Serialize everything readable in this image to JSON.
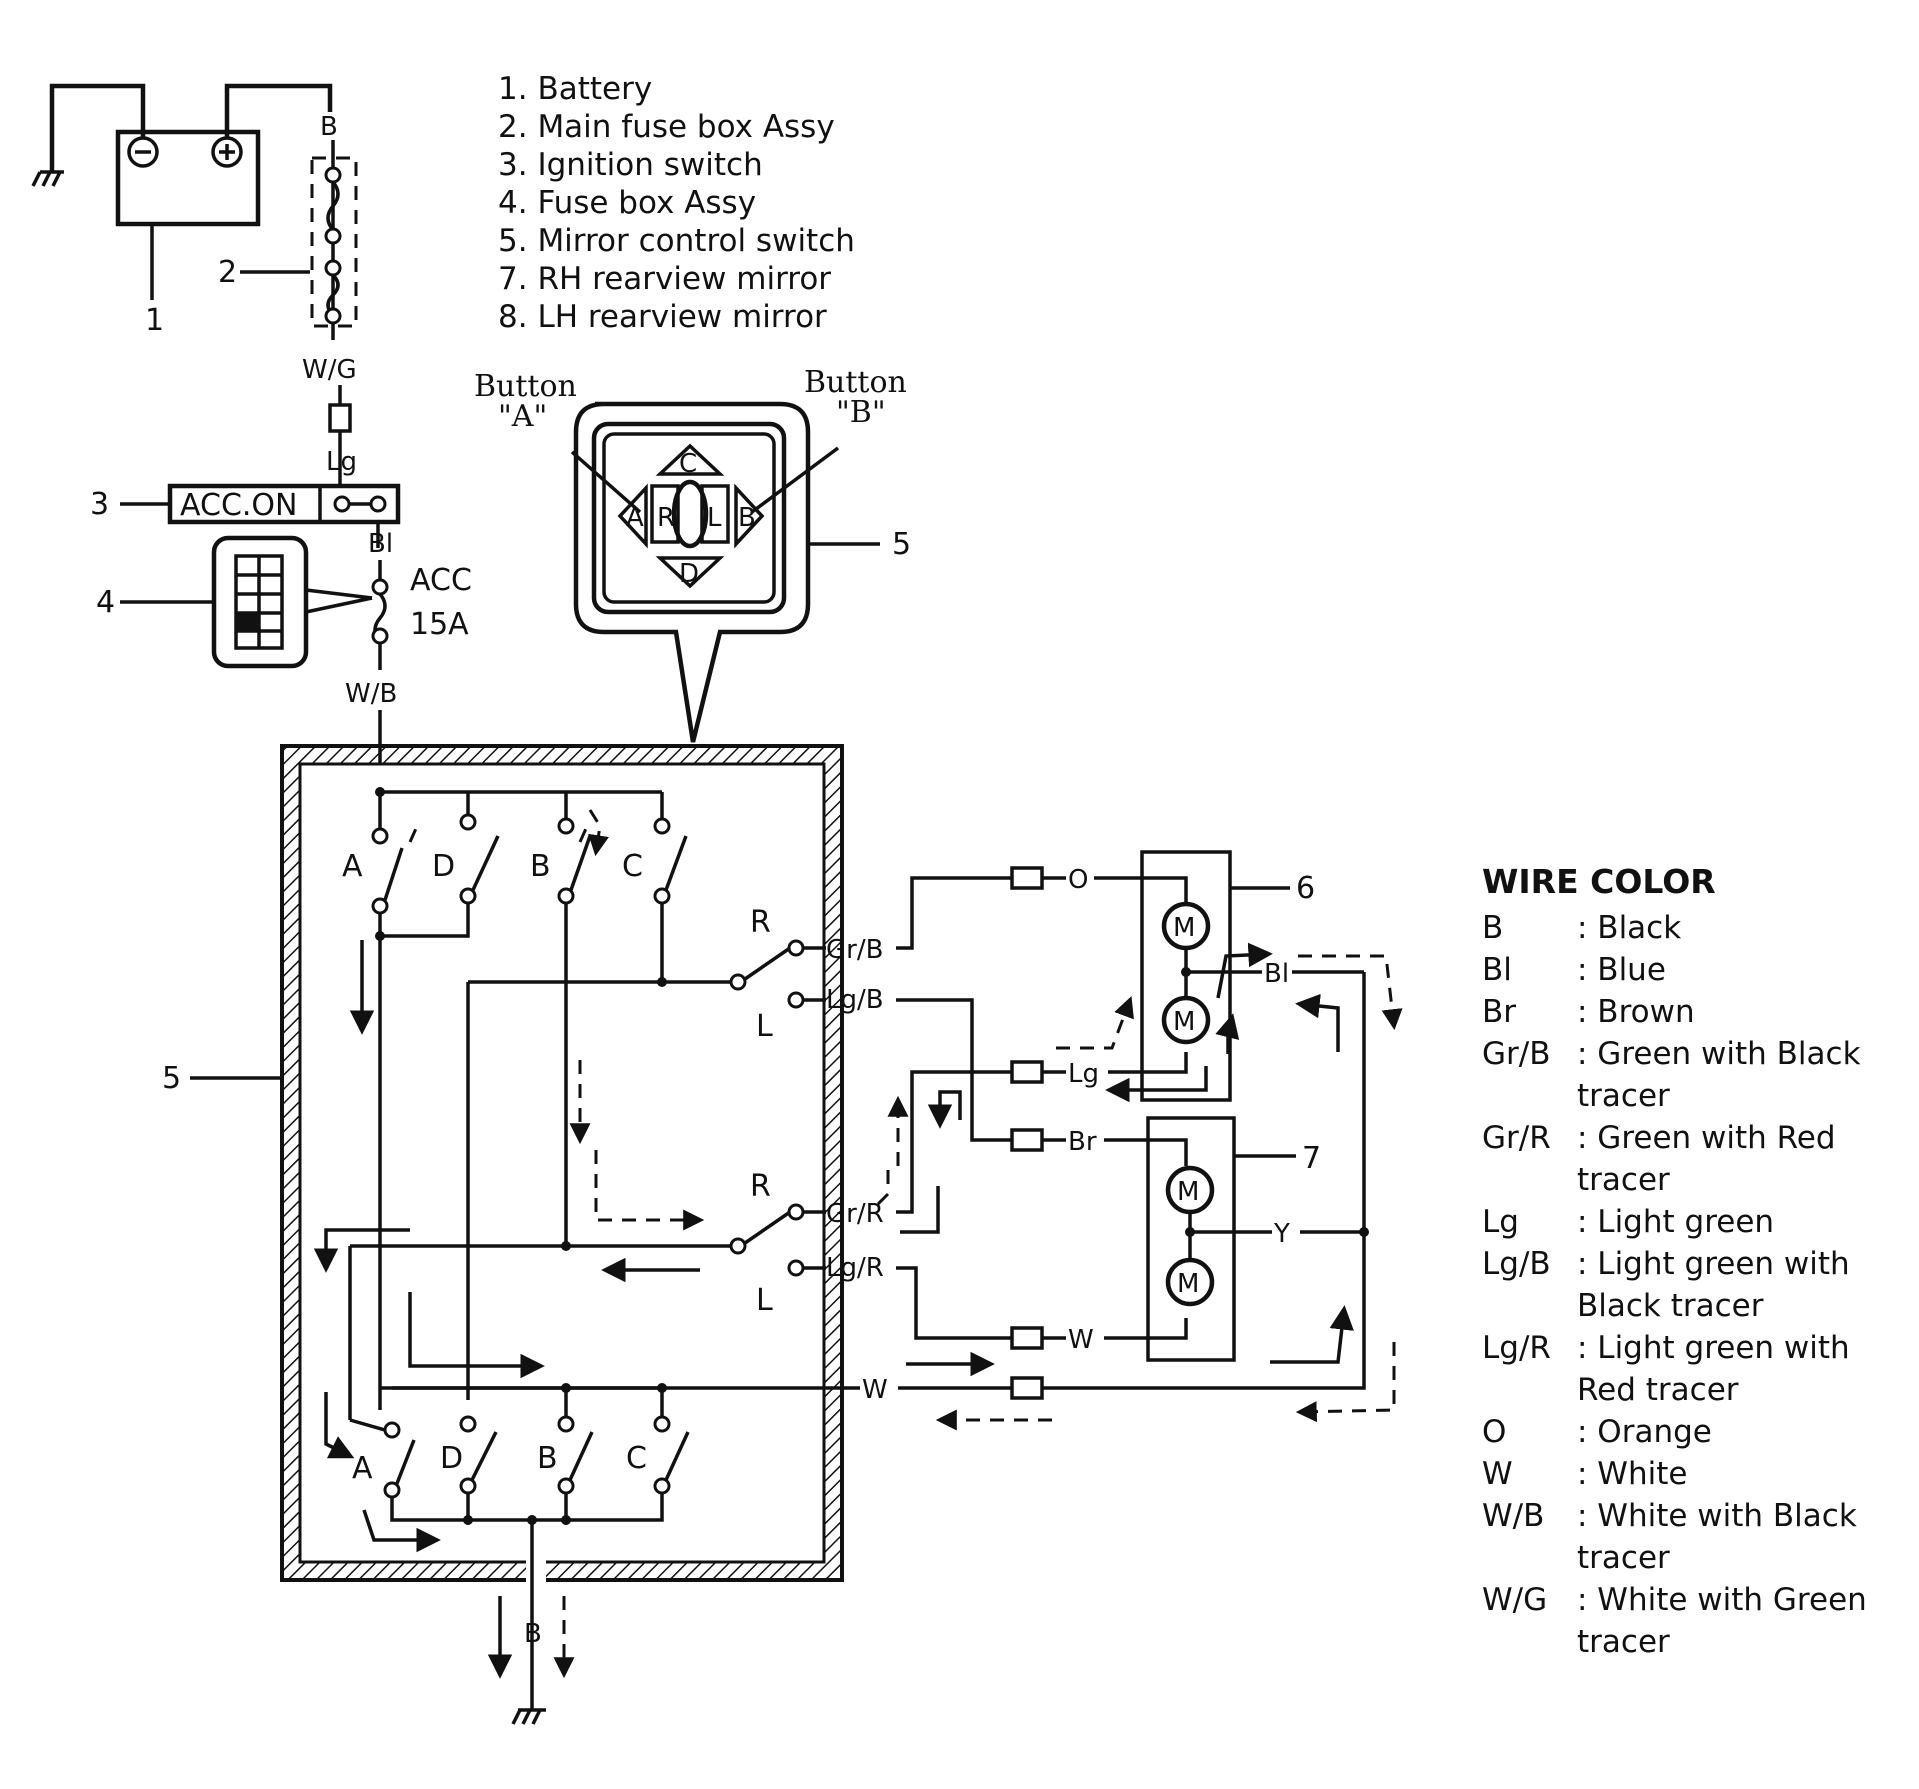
{
  "parts_list": [
    {
      "num": "1.",
      "label": "Battery"
    },
    {
      "num": "2.",
      "label": "Main fuse box Assy"
    },
    {
      "num": "3.",
      "label": "Ignition switch"
    },
    {
      "num": "4.",
      "label": "Fuse box Assy"
    },
    {
      "num": "5.",
      "label": "Mirror control switch"
    },
    {
      "num": "7.",
      "label": "RH rearview mirror"
    },
    {
      "num": "8.",
      "label": "LH rearview mirror"
    }
  ],
  "callouts": {
    "c1": "1",
    "c2": "2",
    "c3": "3",
    "c4": "4",
    "c5a": "5",
    "c5b": "5",
    "c6": "6",
    "c7": "7"
  },
  "ignition": {
    "label": "ACC.ON"
  },
  "fuse": {
    "line1": "ACC",
    "line2": "15A"
  },
  "buttons": {
    "a_title": "Button",
    "a_name": "\"A\"",
    "b_title": "Button",
    "b_name": "\"B\""
  },
  "pad": {
    "up": "C",
    "down": "D",
    "left": "A",
    "right": "B",
    "r": "R",
    "l": "L"
  },
  "switch_letters": {
    "a1": "A",
    "d1": "D",
    "b1": "B",
    "c1": "C",
    "a2": "A",
    "d2": "D",
    "b2": "B",
    "c2": "C"
  },
  "selector": {
    "r1": "R",
    "l1": "L",
    "r2": "R",
    "l2": "L"
  },
  "wires": {
    "b_top": "B",
    "wg": "W/G",
    "lg_top": "Lg",
    "bl_top": "Bl",
    "wb": "W/B",
    "grb": "Gr/B",
    "lgb": "Lg/B",
    "grr": "Gr/R",
    "lgr": "Lg/R",
    "w_main": "W",
    "o": "O",
    "bl_mirror": "Bl",
    "lg_mirror": "Lg",
    "br": "Br",
    "y": "Y",
    "w_mirror": "W",
    "b_ground": "B"
  },
  "motor_label": "M",
  "legend": {
    "title": "WIRE COLOR",
    "rows": [
      {
        "code": "B",
        "desc": ": Black"
      },
      {
        "code": "Bl",
        "desc": ": Blue"
      },
      {
        "code": "Br",
        "desc": ": Brown"
      },
      {
        "code": "Gr/B",
        "desc": ": Green with Black\n  tracer"
      },
      {
        "code": "Gr/R",
        "desc": ": Green with Red\n  tracer"
      },
      {
        "code": "Lg",
        "desc": ": Light green"
      },
      {
        "code": "Lg/B",
        "desc": ": Light green with\n  Black tracer"
      },
      {
        "code": "Lg/R",
        "desc": ": Light green with\n  Red tracer"
      },
      {
        "code": "O",
        "desc": ": Orange"
      },
      {
        "code": "W",
        "desc": ": White"
      },
      {
        "code": "W/B",
        "desc": ": White with Black\n  tracer"
      },
      {
        "code": "W/G",
        "desc": ": White with Green\n  tracer"
      }
    ]
  }
}
